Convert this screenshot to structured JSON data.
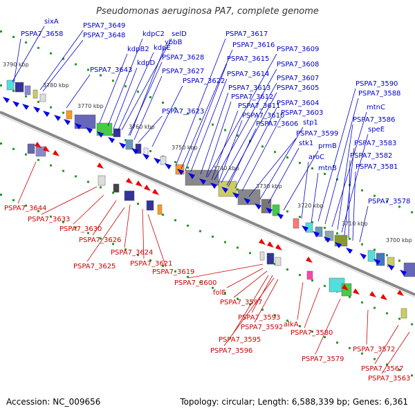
{
  "title": "Pseudomonas aeruginosa PA7, complete genome",
  "footer": {
    "accession": "Accession: NC_009656",
    "summary": "Topology: circular; Length: 6,588,339 bp; Genes: 6,361"
  },
  "colors": {
    "forward_label": "#0000cc",
    "reverse_label": "#cc0000",
    "forward_arrow": "#0000ee",
    "reverse_arrow": "#ee0000",
    "tick_dot": "#229922",
    "backbone": "#888888"
  },
  "chart_data": {
    "type": "genome-map",
    "kbp_ticks": [
      "3790 kbp",
      "3780 kbp",
      "3770 kbp",
      "3760 kbp",
      "3750 kbp",
      "3740 kbp",
      "3730 kbp",
      "3720 kbp",
      "3710 kbp",
      "3700 kbp"
    ],
    "forward_labels": [
      "sixA",
      "PSPA7_3658",
      "PSPA7_3649",
      "PSPA7_3648",
      "kdpC2",
      "selD",
      "ybbB",
      "PSPA7_3617",
      "PSPA7_3616",
      "PSPA7_3609",
      "kdpB2",
      "kdpE",
      "PSPA7_3628",
      "PSPA7_3615",
      "PSPA7_3608",
      "kdpD",
      "PSPA7_3627",
      "PSPA7_3614",
      "PSPA7_3607",
      "PSPA7_3643",
      "PSPA7_3622",
      "PSPA7_3613",
      "PSPA7_3605",
      "PSPA7_3612",
      "PSPA7_3611",
      "PSPA7_3604",
      "PSPA7_3623",
      "PSPA7_3610",
      "PSPA7_3603",
      "PSPA7_3606",
      "stp1",
      "PSPA7_3599",
      "stk1",
      "prmB",
      "aroC",
      "mtnB",
      "PSPA7_3590",
      "PSPA7_3588",
      "mtnC",
      "PSPA7_3586",
      "speE",
      "PSPA7_3583",
      "PSPA7_3582",
      "PSPA7_3581",
      "PSPA7_3578"
    ],
    "reverse_labels": [
      "PSPA7_3644",
      "PSPA7_3633",
      "PSPA7_3630",
      "PSPA7_3626",
      "PSPA7_3624",
      "PSPA7_3625",
      "PSPA7_3621",
      "PSPA7_3619",
      "PSPA7_3600",
      "folE",
      "PSPA7_3597",
      "PSPA7_3593",
      "PSPA7_3592",
      "PSPA7_3595",
      "PSPA7_3596",
      "alkA",
      "PSPA7_3580",
      "PSPA7_3579",
      "PSPA7_3572",
      "PSPA7_3567",
      "PSPA7_3563"
    ],
    "grid": false
  }
}
